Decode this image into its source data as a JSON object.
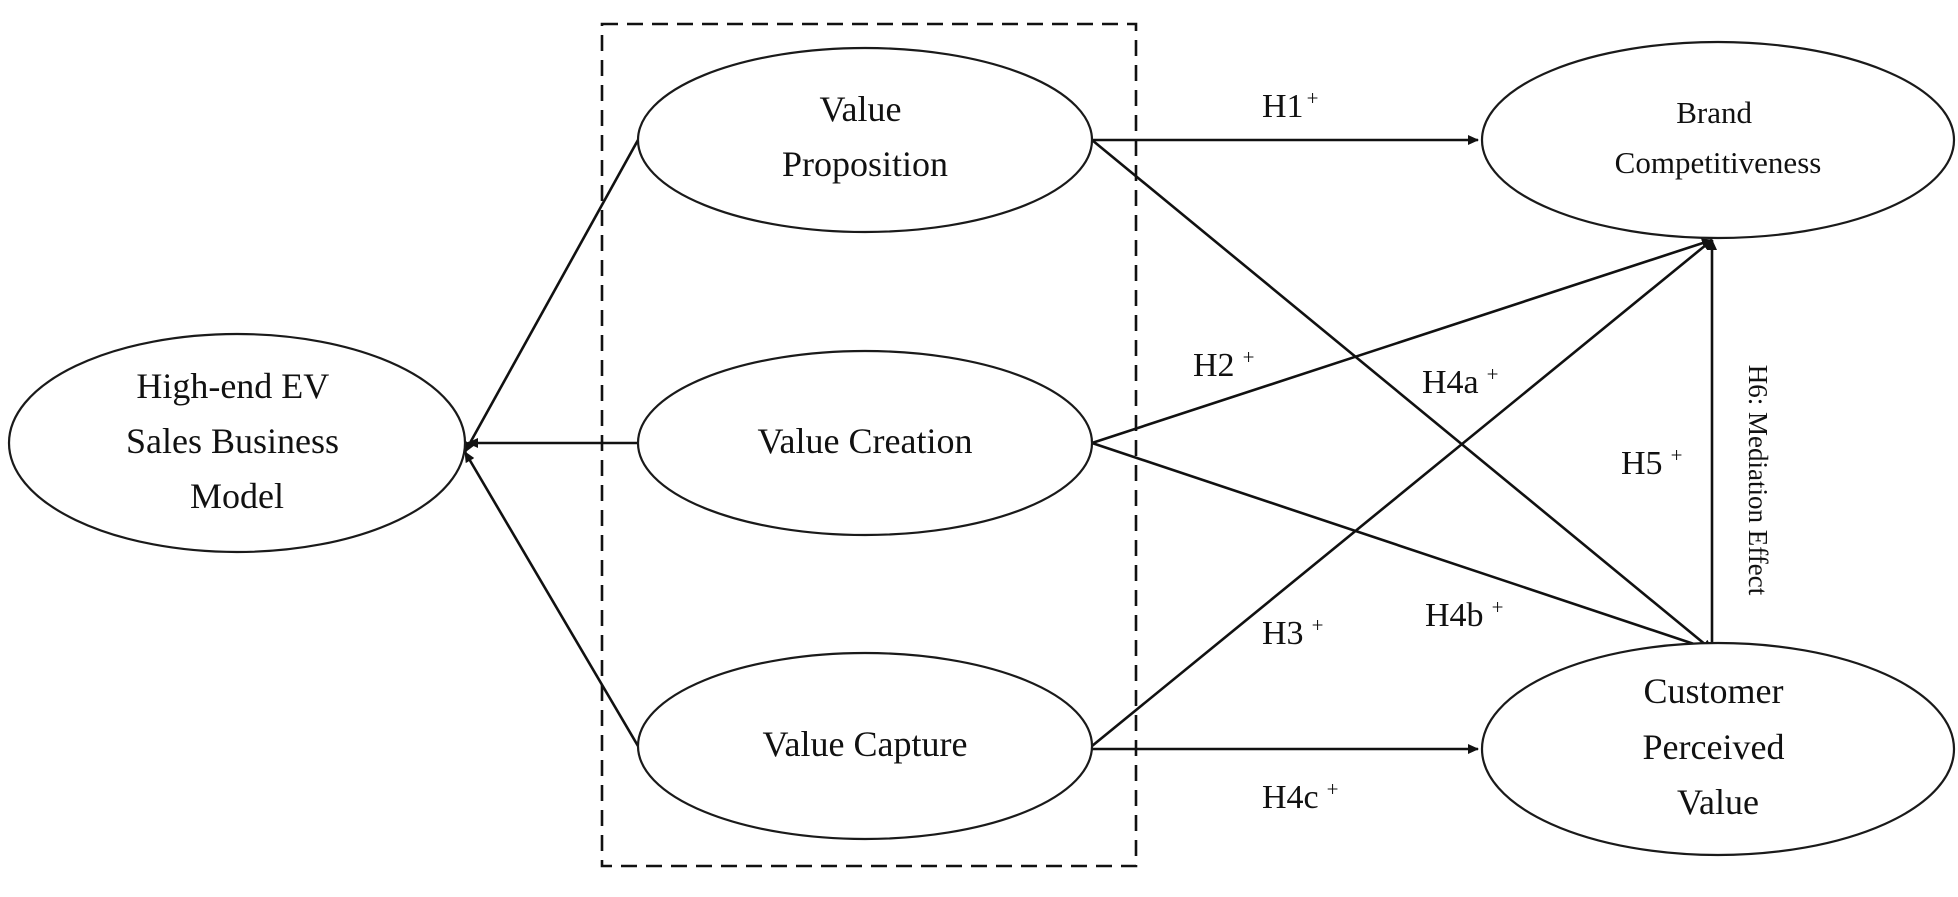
{
  "nodes": {
    "business_model": {
      "lines": [
        "High-end EV",
        "Sales Business",
        "Model"
      ]
    },
    "value_proposition": {
      "lines": [
        "Value",
        "Proposition"
      ]
    },
    "value_creation": {
      "lines": [
        "Value Creation"
      ]
    },
    "value_capture": {
      "lines": [
        "Value Capture"
      ]
    },
    "brand_competitiveness": {
      "lines": [
        "Brand",
        "Competitiveness"
      ]
    },
    "customer_perceived_value": {
      "lines": [
        "Customer",
        "Perceived",
        "Value"
      ]
    }
  },
  "hypotheses": {
    "h1": {
      "text": "H1",
      "sign": "+"
    },
    "h2": {
      "text": "H2",
      "sign": "+"
    },
    "h3": {
      "text": "H3",
      "sign": "+"
    },
    "h4a": {
      "text": "H4a",
      "sign": "+"
    },
    "h4b": {
      "text": "H4b",
      "sign": "+"
    },
    "h4c": {
      "text": "H4c",
      "sign": "+"
    },
    "h5": {
      "text": "H5",
      "sign": "+"
    },
    "h6": {
      "text": "H6: Mediation Effect"
    }
  },
  "colors": {
    "stroke": "#111111",
    "background": "#ffffff"
  }
}
